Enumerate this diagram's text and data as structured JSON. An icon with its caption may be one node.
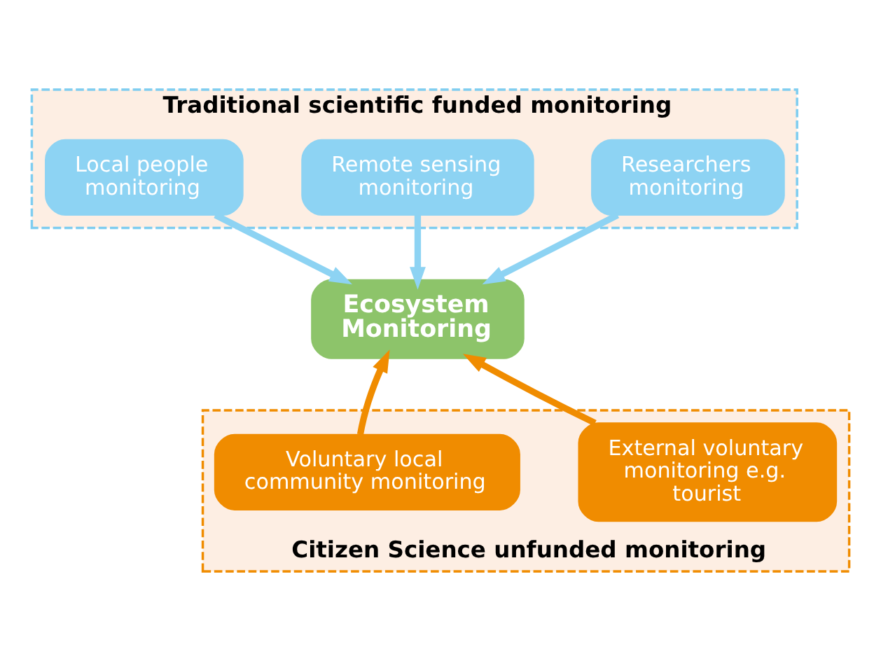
{
  "diagram": {
    "nodes": [
      {
        "text": [
          "Traditional scientific funded monitoring"
        ]
      },
      {
        "text": [
          "Researchers monitoring"
        ],
        "in": 0
      },
      {
        "text": [
          "Remote sensing monitoring"
        ],
        "in": 0
      },
      {
        "text": [
          "Local people monitoring"
        ],
        "in": 0
      },
      {
        "text": [
          "Ecosystem Monitoring"
        ]
      },
      {
        "text": [
          "Citizen Science unfunded monitoring"
        ]
      },
      {
        "text": [
          "External voluntary monitoring e.g. tourist"
        ],
        "in": 5
      },
      {
        "text": [
          "Voluntary local community monitoring"
        ],
        "in": 5
      }
    ],
    "edges": [
      {
        "from": 1,
        "to": 4,
        "arrow": "to"
      },
      {
        "from": 2,
        "to": 4,
        "arrow": "to"
      },
      {
        "from": 3,
        "to": 4,
        "arrow": "to"
      },
      {
        "from": 6,
        "to": 4,
        "arrow": "to",
        "color": "#f08c00"
      },
      {
        "from": 7,
        "to": 4,
        "arrow": "to",
        "color": "#f08c00"
      }
    ]
  }
}
